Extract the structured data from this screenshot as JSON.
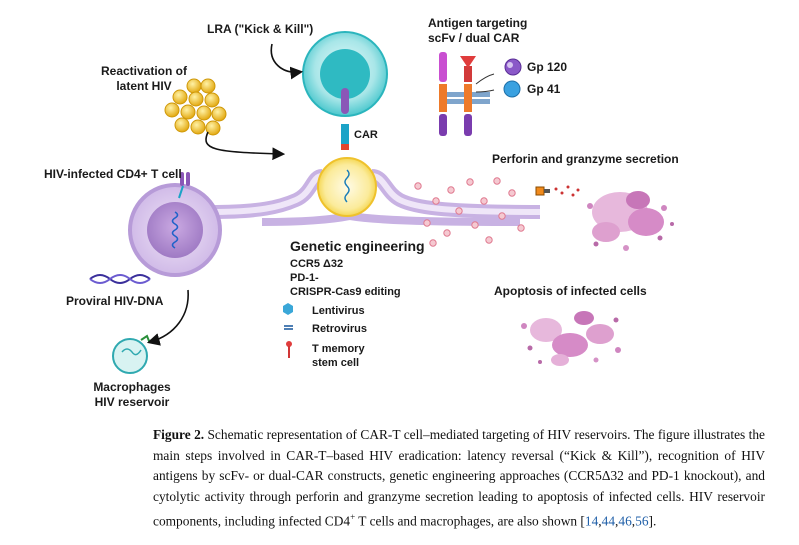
{
  "figure": {
    "lra_label": "LRA (\"Kick & Kill\")",
    "reactivation_label": [
      "Reactivation of",
      "latent HIV"
    ],
    "antigen_label": [
      "Antigen targeting",
      "scFv /  dual CAR"
    ],
    "gp120_label": "Gp 120",
    "gp41_label": "Gp 41",
    "car_label": "CAR",
    "perforin_label": "Perforin and granzyme secretion",
    "infected_cell_label": "HIV-infected CD4+ T cell",
    "genetic_title": "Genetic engineering",
    "genetic_items": [
      "CCR5 Δ32",
      "PD-1-",
      "CRISPR-Cas9 editing"
    ],
    "vectors": [
      {
        "label": "Lentivirus",
        "icon": "lentivirus-icon"
      },
      {
        "label": "Retrovirus",
        "icon": "retrovirus-icon"
      },
      {
        "label": "T memory\nstem cell",
        "icon": "t-memory-stem-cell-icon"
      }
    ],
    "apoptosis_label": "Apoptosis of infected cells",
    "proviral_label": "Proviral HIV-DNA",
    "macrophage_label": [
      "Macrophages",
      "HIV reservoir"
    ],
    "colors": {
      "cell_purple": "#cdb6e6",
      "nucleus": "#b08ecf",
      "t_cell_teal": "#35c2c8",
      "car_t_yellow": "#f6dc5a",
      "hiv_yellow": "#f2c21c",
      "dot_pink": "#e98fa4",
      "apoptosis_magenta": "#c776b8"
    }
  },
  "caption": {
    "label": "Figure 2.",
    "text_before": " Schematic representation of CAR-T cell–mediated targeting of HIV reservoirs. The figure illustrates the main steps involved in CAR-T–based HIV eradication: latency reversal (“Kick & Kill”), recognition of HIV antigens by scFv- or dual-CAR constructs, genetic engineering approaches (CCR5Δ32 and PD-1 knockout), and cytolytic activity through perforin and granzyme secretion leading to apoptosis of infected cells. HIV reservoir components, including infected CD4",
    "superscript": "+",
    "text_after": " T cells and macrophages, are also shown [",
    "refs": [
      "14",
      "44",
      "46",
      "56"
    ],
    "text_end": "]."
  }
}
